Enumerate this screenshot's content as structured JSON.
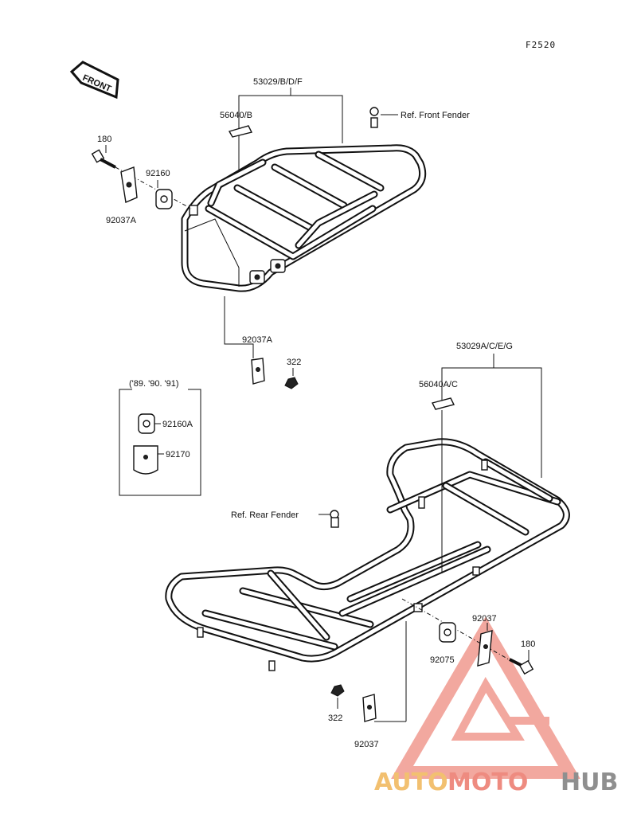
{
  "figure_code": "F2520",
  "front_label": "FRONT",
  "year_note": "('89. '90. '91)",
  "labels": {
    "front_carrier": "53029/B/D/F",
    "front_reflector": "56040/B",
    "ref_front_fender": "Ref. Front Fender",
    "bolt_front": "180",
    "bracket_front": "92037A",
    "damper_front": "92160",
    "bracket_front_lower": "92037A",
    "nut_front": "322",
    "rear_carrier": "53029A/C/E/G",
    "rear_reflector": "56040A/C",
    "ref_rear_fender": "Ref. Rear Fender",
    "damper_alt": "92160A",
    "clamp_alt": "92170",
    "bracket_rear_right": "92037",
    "bolt_rear": "180",
    "damper_rear": "92075",
    "nut_rear": "322",
    "bracket_rear_lower": "92037"
  },
  "watermark": {
    "part1": "AUTO",
    "part2": "MOTO",
    "part3": "HUB",
    "colors": {
      "part1": "#f2c070",
      "part2": "#ee8b80",
      "part3": "#8f8f8f",
      "triangle": "#ee8b80"
    }
  }
}
